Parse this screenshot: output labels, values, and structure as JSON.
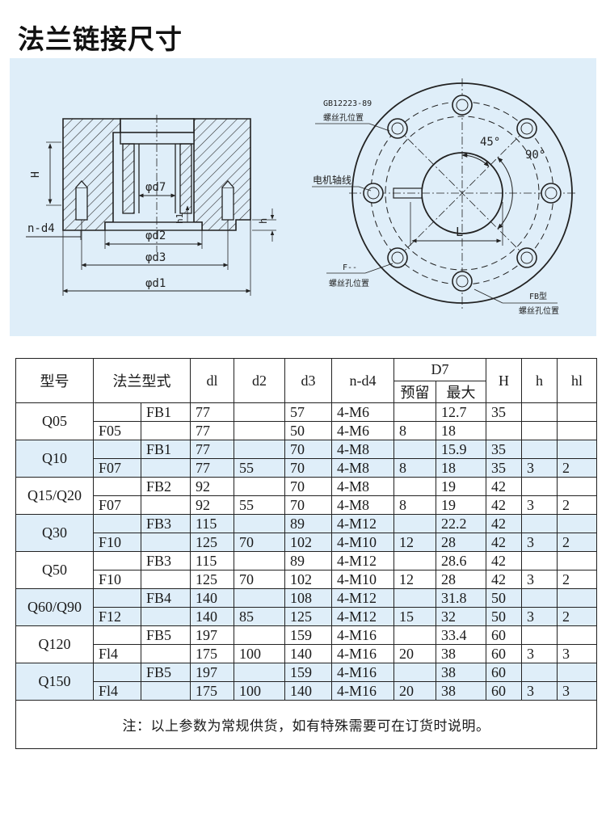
{
  "title": "法兰链接尺寸",
  "drawing": {
    "left_labels": {
      "H": "H",
      "n_d4": "n-d4",
      "d7": "φd7",
      "d2": "φd2",
      "d3": "φd3",
      "d1": "φd1",
      "h1": "h1",
      "h": "h"
    },
    "right_labels": {
      "gb_code": "GB12223-89",
      "gb_sub": "螺丝孔位置",
      "motor_axis": "电机轴线",
      "angle45": "45°",
      "angle90": "90°",
      "L": "L",
      "f_code": "F--",
      "f_sub": "螺丝孔位置",
      "fb_code": "FB型",
      "fb_sub": "螺丝孔位置"
    }
  },
  "table": {
    "headers": {
      "model": "型号",
      "flange": "法兰型式",
      "d1": "dl",
      "d2": "d2",
      "d3": "d3",
      "nd4": "n-d4",
      "d7": "D7",
      "d7_reserved": "预留",
      "d7_max": "最大",
      "H": "H",
      "h": "h",
      "h1": "hl"
    },
    "groups": [
      {
        "model": "Q05",
        "rows": [
          {
            "f": "",
            "fb": "FB1",
            "d1": "77",
            "d2": "",
            "d3": "57",
            "nd4": "4-M6",
            "res": "",
            "max": "12.7",
            "H": "35",
            "h": "",
            "h1": ""
          },
          {
            "f": "F05",
            "fb": "",
            "d1": "77",
            "d2": "",
            "d3": "50",
            "nd4": "4-M6",
            "res": "8",
            "max": "18",
            "H": "",
            "h": "",
            "h1": ""
          }
        ]
      },
      {
        "model": "Q10",
        "rows": [
          {
            "f": "",
            "fb": "FB1",
            "d1": "77",
            "d2": "",
            "d3": "70",
            "nd4": "4-M8",
            "res": "",
            "max": "15.9",
            "H": "35",
            "h": "",
            "h1": ""
          },
          {
            "f": "F07",
            "fb": "",
            "d1": "77",
            "d2": "55",
            "d3": "70",
            "nd4": "4-M8",
            "res": "8",
            "max": "18",
            "H": "35",
            "h": "3",
            "h1": "2"
          }
        ]
      },
      {
        "model": "Q15/Q20",
        "rows": [
          {
            "f": "",
            "fb": "FB2",
            "d1": "92",
            "d2": "",
            "d3": "70",
            "nd4": "4-M8",
            "res": "",
            "max": "19",
            "H": "42",
            "h": "",
            "h1": ""
          },
          {
            "f": "F07",
            "fb": "",
            "d1": "92",
            "d2": "55",
            "d3": "70",
            "nd4": "4-M8",
            "res": "8",
            "max": "19",
            "H": "42",
            "h": "3",
            "h1": "2"
          }
        ]
      },
      {
        "model": "Q30",
        "rows": [
          {
            "f": "",
            "fb": "FB3",
            "d1": "115",
            "d2": "",
            "d3": "89",
            "nd4": "4-M12",
            "res": "",
            "max": "22.2",
            "H": "42",
            "h": "",
            "h1": ""
          },
          {
            "f": "F10",
            "fb": "",
            "d1": "125",
            "d2": "70",
            "d3": "102",
            "nd4": "4-M10",
            "res": "12",
            "max": "28",
            "H": "42",
            "h": "3",
            "h1": "2"
          }
        ]
      },
      {
        "model": "Q50",
        "rows": [
          {
            "f": "",
            "fb": "FB3",
            "d1": "115",
            "d2": "",
            "d3": "89",
            "nd4": "4-M12",
            "res": "",
            "max": "28.6",
            "H": "42",
            "h": "",
            "h1": ""
          },
          {
            "f": "F10",
            "fb": "",
            "d1": "125",
            "d2": "70",
            "d3": "102",
            "nd4": "4-M10",
            "res": "12",
            "max": "28",
            "H": "42",
            "h": "3",
            "h1": "2"
          }
        ]
      },
      {
        "model": "Q60/Q90",
        "rows": [
          {
            "f": "",
            "fb": "FB4",
            "d1": "140",
            "d2": "",
            "d3": "108",
            "nd4": "4-M12",
            "res": "",
            "max": "31.8",
            "H": "50",
            "h": "",
            "h1": ""
          },
          {
            "f": "F12",
            "fb": "",
            "d1": "140",
            "d2": "85",
            "d3": "125",
            "nd4": "4-M12",
            "res": "15",
            "max": "32",
            "H": "50",
            "h": "3",
            "h1": "2"
          }
        ]
      },
      {
        "model": "Q120",
        "rows": [
          {
            "f": "",
            "fb": "FB5",
            "d1": "197",
            "d2": "",
            "d3": "159",
            "nd4": "4-M16",
            "res": "",
            "max": "33.4",
            "H": "60",
            "h": "",
            "h1": ""
          },
          {
            "f": "Fl4",
            "fb": "",
            "d1": "175",
            "d2": "100",
            "d3": "140",
            "nd4": "4-M16",
            "res": "20",
            "max": "38",
            "H": "60",
            "h": "3",
            "h1": "3"
          }
        ]
      },
      {
        "model": "Q150",
        "rows": [
          {
            "f": "",
            "fb": "FB5",
            "d1": "197",
            "d2": "",
            "d3": "159",
            "nd4": "4-M16",
            "res": "",
            "max": "38",
            "H": "60",
            "h": "",
            "h1": ""
          },
          {
            "f": "Fl4",
            "fb": "",
            "d1": "175",
            "d2": "100",
            "d3": "140",
            "nd4": "4-M16",
            "res": "20",
            "max": "38",
            "H": "60",
            "h": "3",
            "h1": "3"
          }
        ]
      }
    ],
    "note": "注：以上参数为常规供货，如有特殊需要可在订货时说明。"
  }
}
